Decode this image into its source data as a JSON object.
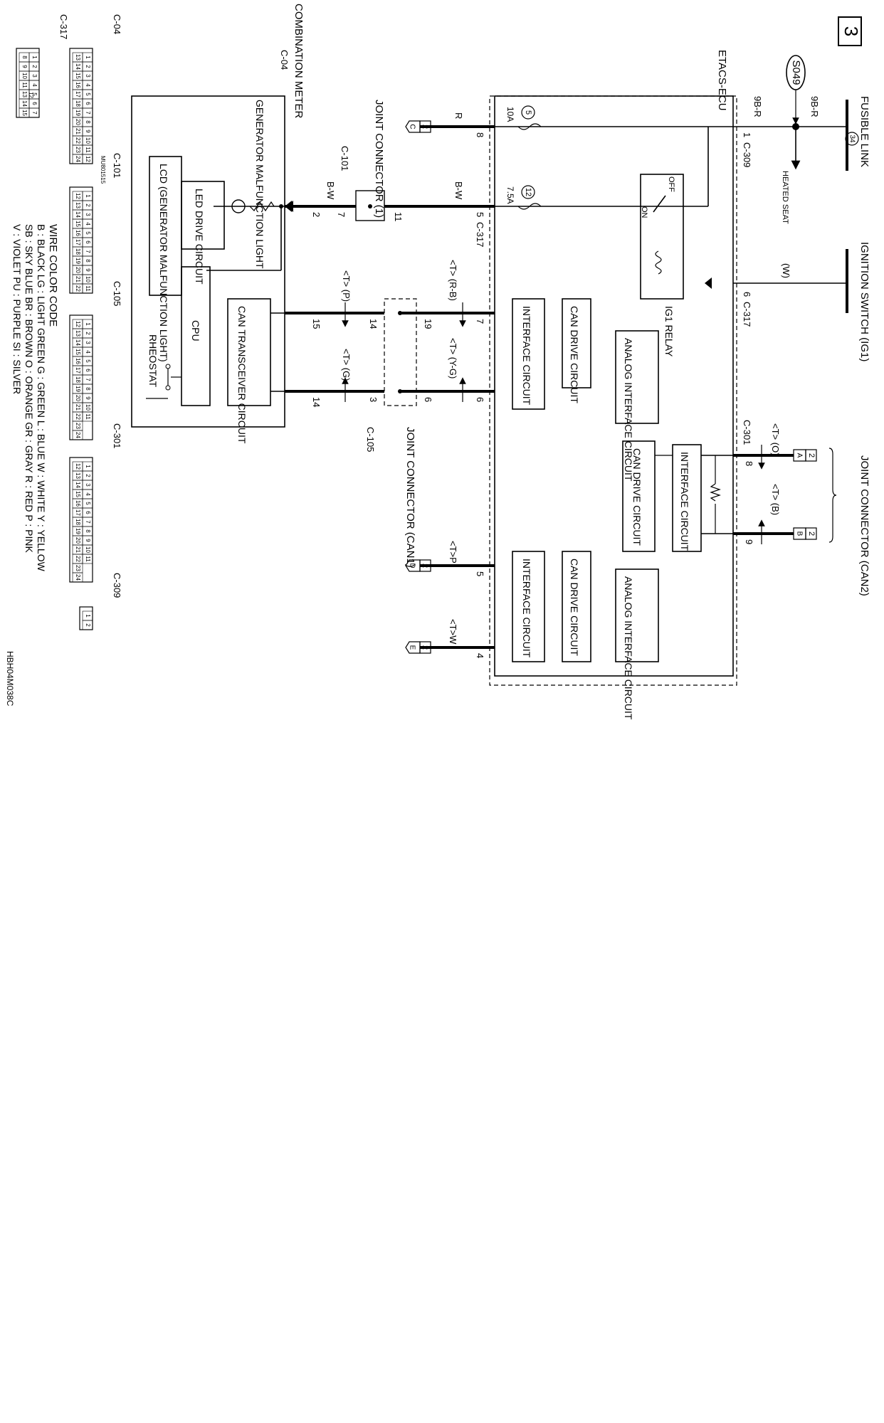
{
  "page_number": "3",
  "diagram_code": "HBH04M038C",
  "fusible_link": {
    "label": "FUSIBLE LINK",
    "number": "34"
  },
  "ignition_switch": "IGNITION SWITCH (IG1)",
  "splice": "S049",
  "heated_seat": "HEATED SEAT",
  "etacs_ecu": "ETACS-ECU",
  "wire_9br_a": "9B-R",
  "wire_9br_b": "9B-R",
  "wire_w": "(W)",
  "wire_r": "R",
  "wire_bw_a": "B-W",
  "wire_bw_b": "B-W",
  "conn_c309": "C-309",
  "conn_c317": "C-317",
  "conn_c301": "C-301",
  "conn_c101": "C-101",
  "conn_c105": "C-105",
  "conn_c04": "C-04",
  "pin_1": "1",
  "pin_6": "6",
  "pin_8_top": "8",
  "pin_9_top": "9",
  "fuse_10a": {
    "circle": "5",
    "rating": "10A"
  },
  "fuse_75a": {
    "circle": "12",
    "rating": "7.5A"
  },
  "relay_off": "OFF",
  "relay_on": "ON",
  "ig1_relay": "IG1 RELAY",
  "analog_interface_circuit": "ANALOG INTERFACE CIRCUIT",
  "interface_circuit": "INTERFACE CIRCUIT",
  "can_drive_circuit": "CAN DRIVE CIRCUIT",
  "can_transceiver_circuit": "CAN TRANSCEIVER CIRCUIT",
  "cpu": "CPU",
  "rheostat": "RHEOSTAT",
  "led_drive_circuit": "LED DRIVE CIRCUIT",
  "lcd_label": "LCD (GENERATOR MALFUNCTION LIGHT)",
  "generator_light": "GENERATOR MALFUNCTION LIGHT",
  "combination_meter": "COMBINATION METER",
  "joint_connector_1": "JOINT CONNECTOR (1)",
  "joint_connector_can1": "JOINT CONNECTOR (CAN1)",
  "joint_connector_can2": "JOINT CONNECTOR (CAN2)",
  "signal_labels": {
    "to": "<T> (O)",
    "tb": "<T> (B)",
    "trb": "<T> (R-B)",
    "tyg": "<T> (Y-G)",
    "tp_upper": "<T>P",
    "tw": "<T>W",
    "tp_lower": "<T> (P)",
    "tg": "<T> (G)"
  },
  "off_page": [
    {
      "letter": "A",
      "num": "2"
    },
    {
      "letter": "B",
      "num": "2"
    },
    {
      "letter": "C",
      "num": "2"
    },
    {
      "letter": "D",
      "num": "2"
    },
    {
      "letter": "E",
      "num": "2"
    }
  ],
  "pins": {
    "p5": "5",
    "p7a": "7",
    "p6a": "6",
    "p8b": "8",
    "p4": "4",
    "p11": "11",
    "p19": "19",
    "p6b": "6",
    "p7b": "7",
    "p2": "2",
    "p14a": "14",
    "p3": "3",
    "p15": "15",
    "p14b": "14"
  },
  "wire_color_code": {
    "title": "WIRE COLOR CODE",
    "rows": [
      "B : BLACK    LG : LIGHT GREEN    G : GREEN    L : BLUE    W : WHITE    Y : YELLOW",
      "SB : SKY BLUE    BR : BROWN    O : ORANGE    GR : GRAY    R : RED    P : PINK",
      "V : VIOLET    PU : PURPLE    SI : SILVER"
    ]
  },
  "connector_faces": [
    {
      "code": "C-04",
      "top": [
        "1",
        "2",
        "3",
        "4",
        "5",
        "6",
        "7",
        "8",
        "9",
        "10",
        "11",
        "12"
      ],
      "bottom": [
        "13",
        "14",
        "15",
        "16",
        "17",
        "18",
        "19",
        "20",
        "21",
        "22",
        "23",
        "24"
      ]
    },
    {
      "code": "C-101",
      "note": "MU801515",
      "top": [
        "1",
        "2",
        "3",
        "4",
        "5",
        "6",
        "7",
        "8",
        "9",
        "10",
        "11"
      ],
      "bottom": [
        "12",
        "13",
        "14",
        "15",
        "16",
        "17",
        "18",
        "19",
        "20",
        "21",
        "22"
      ]
    },
    {
      "code": "C-105",
      "top": [
        "1",
        "2",
        "3",
        "4",
        "5",
        "6",
        "7",
        "8",
        "9",
        "10",
        "11"
      ],
      "bottom": [
        "12",
        "13",
        "14",
        "15",
        "16",
        "17",
        "18",
        "19",
        "20",
        "21",
        "22",
        "23",
        "24"
      ]
    },
    {
      "code": "C-301",
      "top": [
        "1",
        "2",
        "3",
        "4",
        "5",
        "6",
        "7",
        "8",
        "9",
        "10",
        "11"
      ],
      "bottom": [
        "12",
        "13",
        "14",
        "15",
        "16",
        "17",
        "18",
        "19",
        "20",
        "21",
        "22",
        "23",
        "24"
      ]
    },
    {
      "code": "C-309",
      "top": [
        "1",
        "2"
      ],
      "bottom": []
    },
    {
      "code": "C-317",
      "top": [
        "1",
        "2",
        "3",
        "4",
        "5",
        "6",
        "7"
      ],
      "mid": "12",
      "bottom": [
        "8",
        "9",
        "10",
        "11",
        "13",
        "14",
        "15"
      ]
    }
  ]
}
